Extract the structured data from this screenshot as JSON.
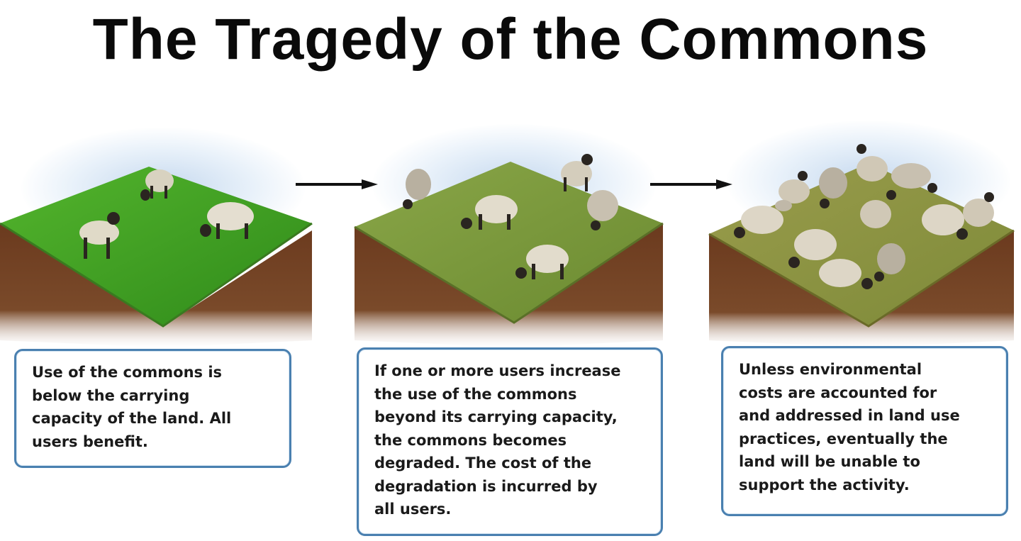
{
  "title": "The Tragedy of the Commons",
  "colors": {
    "lush_grass": "#3f9e22",
    "worn_grass": "#7a9a3a",
    "degraded_grass": "#8f9a45",
    "soil": "#6b3a1e",
    "caption_border": "#4a80b0",
    "text": "#1a1a1a"
  },
  "panels": [
    {
      "stage": "healthy",
      "sheep_count": 3,
      "caption_lines": [
        "Use of the commons is",
        "below the carrying",
        "capacity of the land. All",
        "users benefit."
      ]
    },
    {
      "stage": "degraded",
      "sheep_count": 5,
      "caption_lines": [
        "If one or more users increase",
        "the use of the commons",
        "beyond its carrying capacity,",
        "the commons becomes",
        "degraded. The cost of the",
        "degradation is incurred by",
        "all users."
      ]
    },
    {
      "stage": "exhausted",
      "sheep_count": 12,
      "caption_lines": [
        "Unless environmental",
        "costs are accounted for",
        "and addressed in land use",
        "practices, eventually the",
        "land will be unable to",
        "support the activity."
      ]
    }
  ],
  "arrows": [
    "right-arrow",
    "right-arrow"
  ]
}
